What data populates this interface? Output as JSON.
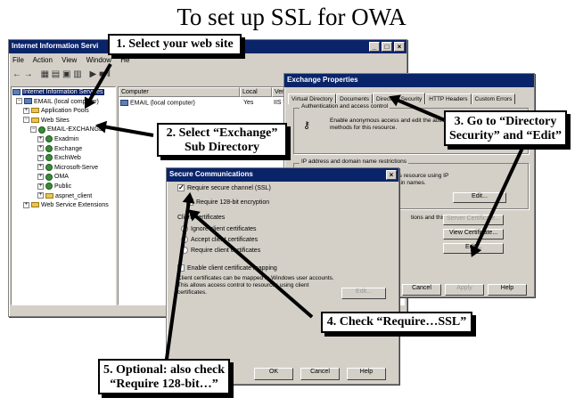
{
  "title": "To set up SSL for OWA",
  "iis_window": {
    "title": "Internet Information Servi",
    "menu": [
      "File",
      "Action",
      "View",
      "Window",
      "He"
    ],
    "tree": [
      {
        "label": "Internet Information Services",
        "selected": true
      },
      {
        "label": "EMAIL (local computer)"
      },
      {
        "label": "Application Pools"
      },
      {
        "label": "Web Sites"
      },
      {
        "label": "EMAIL-EXCHANGE"
      },
      {
        "label": "Exadmin"
      },
      {
        "label": "Exchange"
      },
      {
        "label": "ExchWeb"
      },
      {
        "label": "Microsoft-Serve"
      },
      {
        "label": "OMA"
      },
      {
        "label": "Public"
      },
      {
        "label": "aspnet_client"
      },
      {
        "label": "Web Service Extensions"
      }
    ],
    "columns": [
      "Computer",
      "Local",
      "Versi"
    ],
    "row": {
      "computer": "EMAIL (local computer)",
      "local": "Yes",
      "version": "IIS V"
    }
  },
  "exchange_props": {
    "title": "Exchange Properties",
    "tabs": [
      "Virtual Directory",
      "Documents",
      "Directory Security",
      "HTTP Headers",
      "Custom Errors"
    ],
    "auth_group": "Authentication and access control",
    "auth_text": "Enable anonymous access and edit the authentication methods for this resource.",
    "ip_group": "IP address and domain name restrictions",
    "ip_text": "Grant or deny access to this resource using IP addresses or Internet domain names.",
    "edit_label": "Edit...",
    "cert_text": "tions and this",
    "server_cert": "Server Certificate...",
    "view_cert": "View Certificate...",
    "edit2": "Edit...",
    "cancel": "Cancel",
    "apply": "Apply",
    "help": "Help"
  },
  "secure_comm": {
    "title": "Secure Communications",
    "require_ssl": "Require secure channel (SSL)",
    "require_128": "Require 128-bit encryption",
    "client_certs": "Client certificates",
    "ignore": "Ignore client certificates",
    "accept": "Accept client certificates",
    "require": "Require client certificates",
    "enable_mapping": "Enable client certificate mapping",
    "mapping_text": "Client certificates can be mapped to Windows user accounts. This allows access control to resources using client certificates.",
    "edit": "Edit...",
    "ok": "OK",
    "cancel": "Cancel",
    "help": "Help"
  },
  "callouts": {
    "c1": "1. Select your web site",
    "c2_line1": "2. Select “Exchange”",
    "c2_line2": "Sub Directory",
    "c3_line1": "3. Go to “Directory",
    "c3_line2": "Security” and “Edit”",
    "c4": "4. Check “Require…SSL”",
    "c5_line1": "5. Optional: also check",
    "c5_line2": "“Require 128-bit…”"
  }
}
